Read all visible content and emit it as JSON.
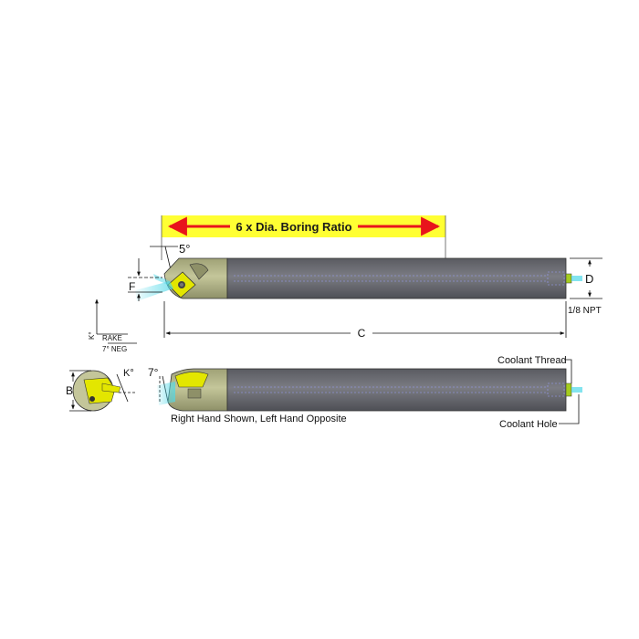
{
  "banner": {
    "text": "6 x Dia. Boring Ratio",
    "fill_color": "#ffff33",
    "arrow_color": "#e8141c"
  },
  "labels": {
    "angle_top": "5°",
    "dim_f": "F",
    "dim_d": "D",
    "dim_c": "C",
    "npt": "1/8 NPT",
    "k_axis": "K°",
    "rake": "RAKE",
    "neg": "7° NEG",
    "dim_b": "B",
    "k_side": "K°",
    "angle_side": "7°",
    "coolant_thread": "Coolant Thread",
    "coolant_hole": "Coolant Hole",
    "caption": "Right Hand Shown, Left Hand Opposite"
  },
  "colors": {
    "bar": "#6f7077",
    "head": "#b7b98c",
    "insert": "#e3e600",
    "coolant": "#4fd8e8",
    "fitting": "#a5cc1f"
  }
}
